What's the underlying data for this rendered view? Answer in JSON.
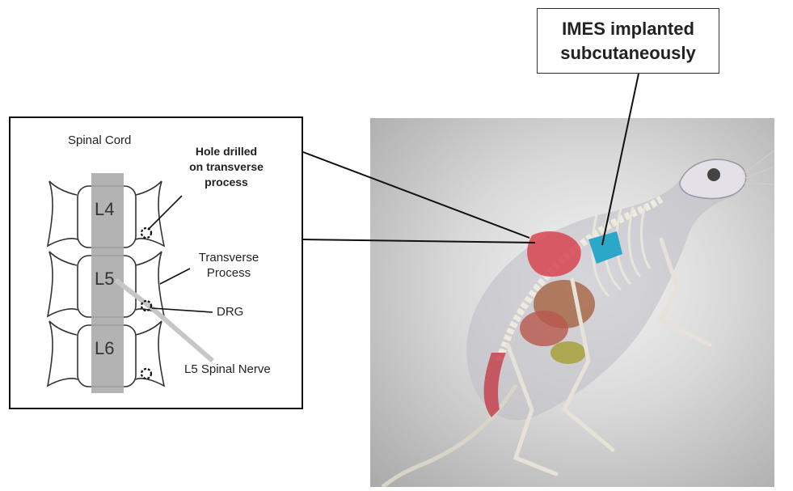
{
  "callout": {
    "line1": "IMES implanted",
    "line2": "subcutaneously"
  },
  "detail": {
    "spinal_cord_label": "Spinal Cord",
    "hole_label_line1": "Hole drilled",
    "hole_label_line2": "on transverse",
    "hole_label_line3": "process",
    "transverse_label_line1": "Transverse",
    "transverse_label_line2": "Process",
    "drg_label": "DRG",
    "nerve_label": "L5 Spinal Nerve",
    "vertebrae": [
      "L4",
      "L5",
      "L6"
    ]
  },
  "colors": {
    "spinal_cord": "#b3b3b3",
    "implant": "#2aa7c9",
    "muscle": "#d8444f"
  }
}
